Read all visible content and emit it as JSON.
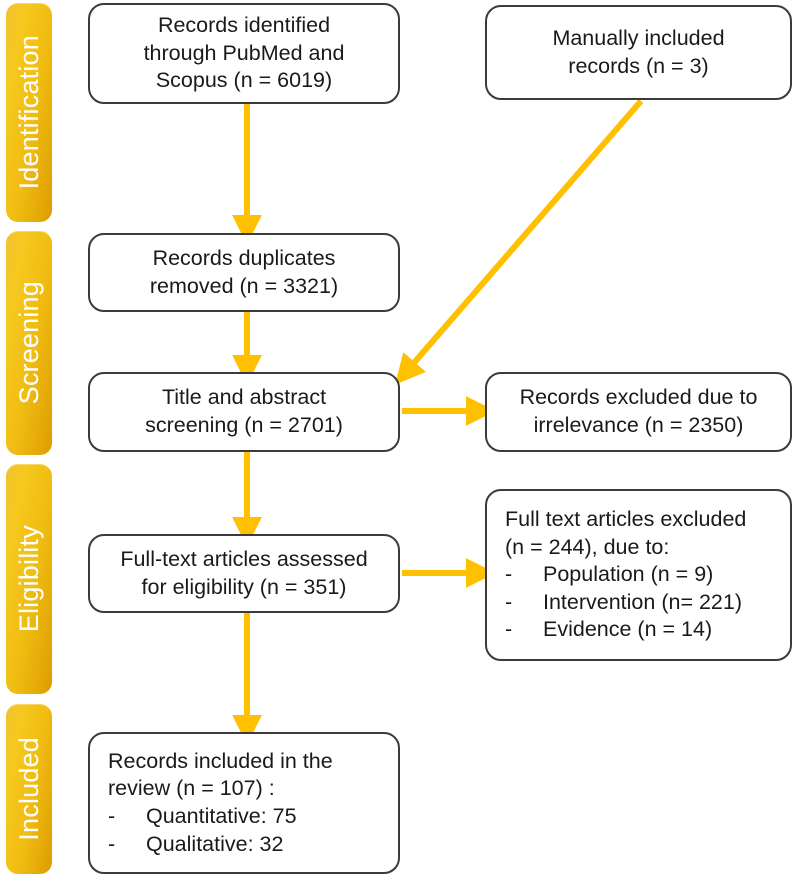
{
  "diagram": {
    "title": "PRISMA study selection flow diagram",
    "accent_color": "#FFC000",
    "bar_color": "#F0BD12",
    "box_border_color": "#3B3B3B",
    "text_color": "#1A1A1A"
  },
  "stages": [
    {
      "id": "identification",
      "label": "Identification"
    },
    {
      "id": "screening",
      "label": "Screening"
    },
    {
      "id": "eligibility",
      "label": "Eligibility"
    },
    {
      "id": "included",
      "label": "Included"
    }
  ],
  "nodes": {
    "records_identified": {
      "lines": [
        "Records identified",
        "through PubMed and",
        "Scopus (n = 6019)"
      ],
      "count": 6019
    },
    "manually_included": {
      "lines": [
        "Manually included",
        "records (n = 3)"
      ],
      "count": 3
    },
    "duplicates_removed": {
      "lines": [
        "Records duplicates",
        "removed (n = 3321)"
      ],
      "count": 3321
    },
    "title_abstract_screening": {
      "lines": [
        "Title and abstract",
        "screening (n = 2701)"
      ],
      "count": 2701
    },
    "records_excluded": {
      "lines": [
        "Records excluded due to",
        "irrelevance (n = 2350)"
      ],
      "count": 2350
    },
    "fulltext_assessed": {
      "lines": [
        "Full-text articles assessed",
        "for eligibility (n = 351)"
      ],
      "count": 351
    },
    "fulltext_excluded": {
      "header": [
        "Full text articles excluded",
        "(n = 244), due to:"
      ],
      "count": 244,
      "bullets": [
        {
          "dash": "-",
          "text": "Population (n = 9)",
          "count": 9
        },
        {
          "dash": "-",
          "text": "Intervention (n= 221)",
          "count": 221
        },
        {
          "dash": "-",
          "text": "Evidence (n = 14)",
          "count": 14
        }
      ]
    },
    "records_included": {
      "header": [
        "Records included in the",
        "review (n = 107) :"
      ],
      "count": 107,
      "bullets": [
        {
          "dash": "-",
          "text": "Quantitative: 75",
          "count": 75
        },
        {
          "dash": "-",
          "text": "Qualitative: 32",
          "count": 32
        }
      ]
    }
  }
}
